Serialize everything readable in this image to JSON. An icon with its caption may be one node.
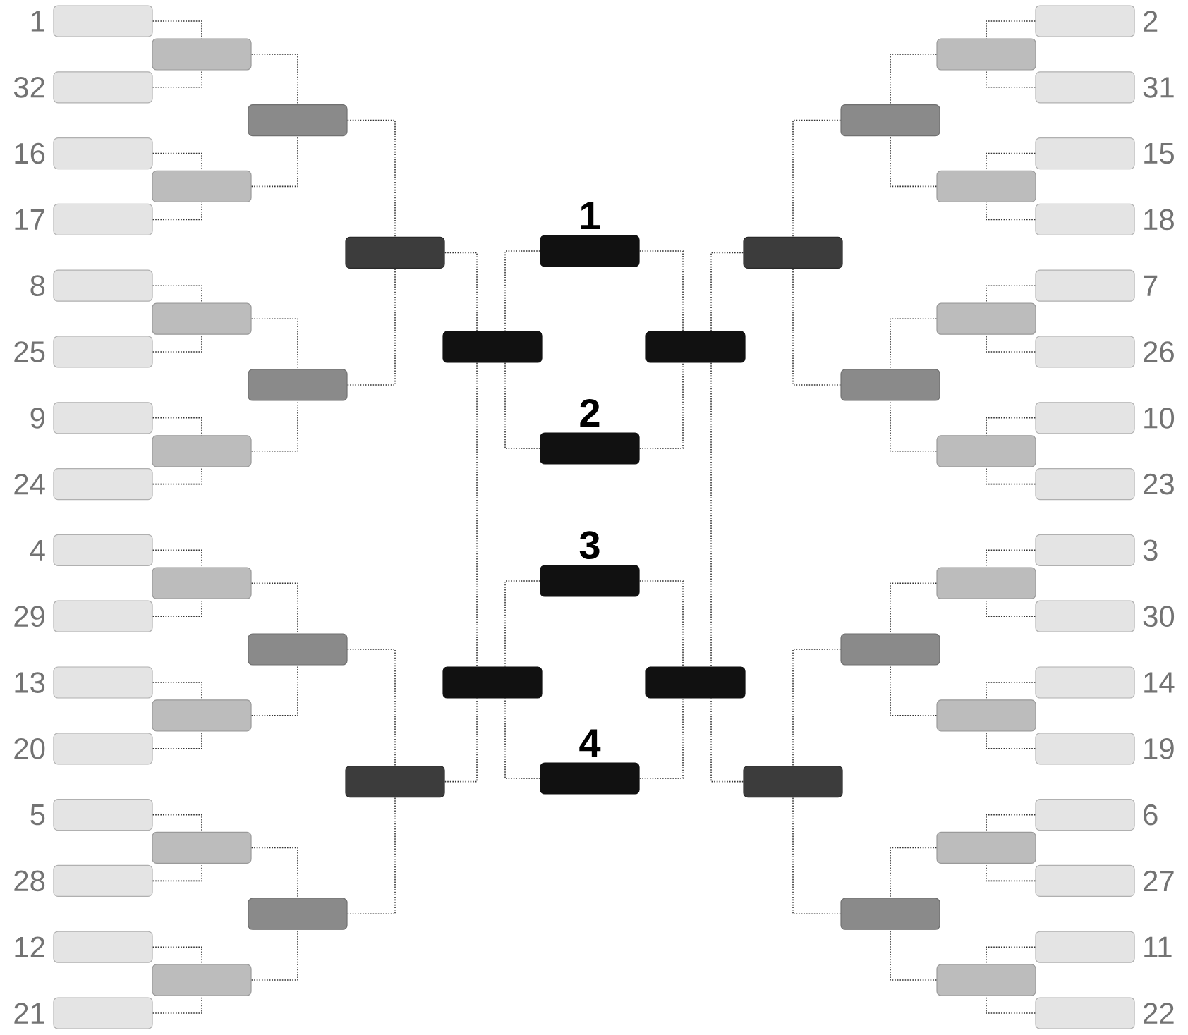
{
  "diagram": {
    "nodes": [
      {
        "text": [],
        "shape": "box",
        "beside": [
          "1"
        ]
      },
      {
        "text": [],
        "shape": "box",
        "beside": [
          "32"
        ]
      },
      {
        "text": [],
        "shape": "box",
        "beside": [
          "16"
        ]
      },
      {
        "text": [],
        "shape": "box",
        "beside": [
          "17"
        ]
      },
      {
        "text": [],
        "shape": "box",
        "beside": [
          "8"
        ]
      },
      {
        "text": [],
        "shape": "box",
        "beside": [
          "25"
        ]
      },
      {
        "text": [],
        "shape": "box",
        "beside": [
          "9"
        ]
      },
      {
        "text": [],
        "shape": "box",
        "beside": [
          "24"
        ]
      },
      {
        "text": [],
        "shape": "box",
        "beside": [
          "4"
        ]
      },
      {
        "text": [],
        "shape": "box",
        "beside": [
          "29"
        ]
      },
      {
        "text": [],
        "shape": "box",
        "beside": [
          "13"
        ]
      },
      {
        "text": [],
        "shape": "box",
        "beside": [
          "20"
        ]
      },
      {
        "text": [],
        "shape": "box",
        "beside": [
          "5"
        ]
      },
      {
        "text": [],
        "shape": "box",
        "beside": [
          "28"
        ]
      },
      {
        "text": [],
        "shape": "box",
        "beside": [
          "12"
        ]
      },
      {
        "text": [],
        "shape": "box",
        "beside": [
          "21"
        ]
      },
      {
        "text": [],
        "shape": "box"
      },
      {
        "text": [],
        "shape": "box"
      },
      {
        "text": [],
        "shape": "box"
      },
      {
        "text": [],
        "shape": "box"
      },
      {
        "text": [],
        "shape": "box"
      },
      {
        "text": [],
        "shape": "box"
      },
      {
        "text": [],
        "shape": "box"
      },
      {
        "text": [],
        "shape": "box"
      },
      {
        "text": [],
        "shape": "box"
      },
      {
        "text": [],
        "shape": "box"
      },
      {
        "text": [],
        "shape": "box"
      },
      {
        "text": [],
        "shape": "box"
      },
      {
        "text": [],
        "shape": "box"
      },
      {
        "text": [],
        "shape": "box"
      },
      {
        "text": [],
        "shape": "box"
      },
      {
        "text": [],
        "shape": "box"
      },
      {
        "text": [
          "1"
        ]
      },
      {
        "text": [
          "2"
        ]
      },
      {
        "text": [
          "3"
        ]
      },
      {
        "text": [
          "4"
        ]
      },
      {
        "text": [],
        "shape": "box"
      },
      {
        "text": [],
        "shape": "box"
      },
      {
        "text": [],
        "shape": "box"
      },
      {
        "text": [],
        "shape": "box"
      },
      {
        "text": [],
        "shape": "box"
      },
      {
        "text": [],
        "shape": "box"
      },
      {
        "text": [],
        "shape": "box"
      },
      {
        "text": [],
        "shape": "box"
      },
      {
        "text": [],
        "shape": "box"
      },
      {
        "text": [],
        "shape": "box"
      },
      {
        "text": [],
        "shape": "box"
      },
      {
        "text": [],
        "shape": "box"
      },
      {
        "text": [],
        "shape": "box"
      },
      {
        "text": [],
        "shape": "box"
      },
      {
        "text": [],
        "shape": "box"
      },
      {
        "text": [],
        "shape": "box"
      },
      {
        "text": [],
        "shape": "box",
        "beside": [
          "2"
        ]
      },
      {
        "text": [],
        "shape": "box",
        "beside": [
          "31"
        ]
      },
      {
        "text": [],
        "shape": "box",
        "beside": [
          "15"
        ]
      },
      {
        "text": [],
        "shape": "box",
        "beside": [
          "18"
        ]
      },
      {
        "text": [],
        "shape": "box",
        "beside": [
          "7"
        ]
      },
      {
        "text": [],
        "shape": "box",
        "beside": [
          "26"
        ]
      },
      {
        "text": [],
        "shape": "box",
        "beside": [
          "10"
        ]
      },
      {
        "text": [],
        "shape": "box",
        "beside": [
          "23"
        ]
      },
      {
        "text": [],
        "shape": "box",
        "beside": [
          "3"
        ]
      },
      {
        "text": [],
        "shape": "box",
        "beside": [
          "30"
        ]
      },
      {
        "text": [],
        "shape": "box",
        "beside": [
          "14"
        ]
      },
      {
        "text": [],
        "shape": "box",
        "beside": [
          "19"
        ]
      },
      {
        "text": [],
        "shape": "box",
        "beside": [
          "6"
        ]
      },
      {
        "text": [],
        "shape": "box",
        "beside": [
          "27"
        ]
      },
      {
        "text": [],
        "shape": "box",
        "beside": [
          "11"
        ]
      },
      {
        "text": [],
        "shape": "box",
        "beside": [
          "22"
        ]
      }
    ],
    "edges": [
      {
        "from": 0,
        "to": 16,
        "arrow": "none"
      },
      {
        "from": 1,
        "to": 16,
        "arrow": "none"
      },
      {
        "from": 2,
        "to": 17,
        "arrow": "none"
      },
      {
        "from": 3,
        "to": 17,
        "arrow": "none"
      },
      {
        "from": 4,
        "to": 18,
        "arrow": "none"
      },
      {
        "from": 5,
        "to": 18,
        "arrow": "none"
      },
      {
        "from": 6,
        "to": 19,
        "arrow": "none"
      },
      {
        "from": 7,
        "to": 19,
        "arrow": "none"
      },
      {
        "from": 8,
        "to": 20,
        "arrow": "none"
      },
      {
        "from": 9,
        "to": 20,
        "arrow": "none"
      },
      {
        "from": 10,
        "to": 21,
        "arrow": "none"
      },
      {
        "from": 11,
        "to": 21,
        "arrow": "none"
      },
      {
        "from": 12,
        "to": 22,
        "arrow": "none"
      },
      {
        "from": 13,
        "to": 22,
        "arrow": "none"
      },
      {
        "from": 14,
        "to": 23,
        "arrow": "none"
      },
      {
        "from": 15,
        "to": 23,
        "arrow": "none"
      },
      {
        "from": 16,
        "to": 24,
        "arrow": "none"
      },
      {
        "from": 17,
        "to": 24,
        "arrow": "none"
      },
      {
        "from": 18,
        "to": 25,
        "arrow": "none"
      },
      {
        "from": 19,
        "to": 25,
        "arrow": "none"
      },
      {
        "from": 20,
        "to": 26,
        "arrow": "none"
      },
      {
        "from": 21,
        "to": 26,
        "arrow": "none"
      },
      {
        "from": 22,
        "to": 27,
        "arrow": "none"
      },
      {
        "from": 23,
        "to": 27,
        "arrow": "none"
      },
      {
        "from": 24,
        "to": 28,
        "arrow": "none"
      },
      {
        "from": 25,
        "to": 28,
        "arrow": "none"
      },
      {
        "from": 26,
        "to": 29,
        "arrow": "none"
      },
      {
        "from": 27,
        "to": 29,
        "arrow": "none"
      },
      {
        "from": 28,
        "to": 30,
        "arrow": "none"
      },
      {
        "from": 30,
        "to": 31,
        "arrow": "none"
      },
      {
        "from": 29,
        "to": 31,
        "arrow": "none"
      },
      {
        "from": 32,
        "to": 30,
        "arrow": "none"
      },
      {
        "from": 33,
        "to": 30,
        "arrow": "none"
      },
      {
        "from": 34,
        "to": 31,
        "arrow": "none"
      },
      {
        "from": 35,
        "to": 31,
        "arrow": "none"
      },
      {
        "from": 32,
        "to": 36,
        "arrow": "none"
      },
      {
        "from": 33,
        "to": 36,
        "arrow": "none"
      },
      {
        "from": 34,
        "to": 37,
        "arrow": "none"
      },
      {
        "from": 35,
        "to": 37,
        "arrow": "none"
      },
      {
        "from": 38,
        "to": 36,
        "arrow": "none"
      },
      {
        "from": 36,
        "to": 37,
        "arrow": "none"
      },
      {
        "from": 39,
        "to": 37,
        "arrow": "none"
      },
      {
        "from": 40,
        "to": 38,
        "arrow": "none"
      },
      {
        "from": 41,
        "to": 38,
        "arrow": "none"
      },
      {
        "from": 42,
        "to": 39,
        "arrow": "none"
      },
      {
        "from": 43,
        "to": 39,
        "arrow": "none"
      },
      {
        "from": 44,
        "to": 40,
        "arrow": "none"
      },
      {
        "from": 45,
        "to": 40,
        "arrow": "none"
      },
      {
        "from": 46,
        "to": 41,
        "arrow": "none"
      },
      {
        "from": 47,
        "to": 41,
        "arrow": "none"
      },
      {
        "from": 48,
        "to": 42,
        "arrow": "none"
      },
      {
        "from": 49,
        "to": 42,
        "arrow": "none"
      },
      {
        "from": 50,
        "to": 43,
        "arrow": "none"
      },
      {
        "from": 51,
        "to": 43,
        "arrow": "none"
      },
      {
        "from": 52,
        "to": 44,
        "arrow": "none"
      },
      {
        "from": 53,
        "to": 44,
        "arrow": "none"
      },
      {
        "from": 54,
        "to": 45,
        "arrow": "none"
      },
      {
        "from": 55,
        "to": 45,
        "arrow": "none"
      },
      {
        "from": 56,
        "to": 46,
        "arrow": "none"
      },
      {
        "from": 57,
        "to": 46,
        "arrow": "none"
      },
      {
        "from": 58,
        "to": 47,
        "arrow": "none"
      },
      {
        "from": 59,
        "to": 47,
        "arrow": "none"
      },
      {
        "from": 60,
        "to": 48,
        "arrow": "none"
      },
      {
        "from": 61,
        "to": 48,
        "arrow": "none"
      },
      {
        "from": 62,
        "to": 49,
        "arrow": "none"
      },
      {
        "from": 63,
        "to": 49,
        "arrow": "none"
      },
      {
        "from": 64,
        "to": 50,
        "arrow": "none"
      },
      {
        "from": 65,
        "to": 50,
        "arrow": "none"
      },
      {
        "from": 66,
        "to": 51,
        "arrow": "none"
      },
      {
        "from": 67,
        "to": 51,
        "arrow": "none"
      }
    ]
  }
}
